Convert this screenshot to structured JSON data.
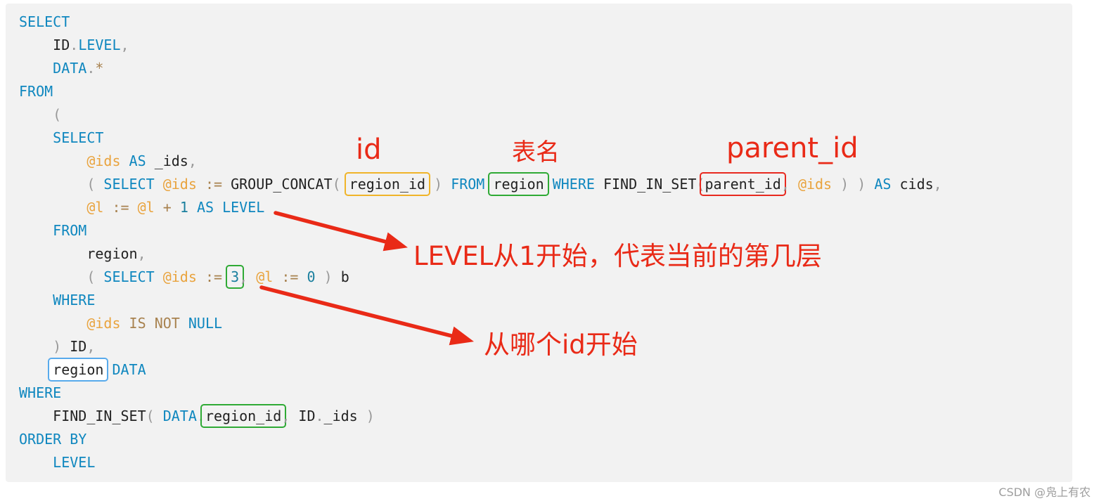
{
  "watermark": "CSDN @凫上有农",
  "annotations": {
    "id_label": "id",
    "table_label": "表名",
    "parent_label": "parent_id",
    "level_note": "LEVEL从1开始，代表当前的第几层",
    "start_note": "从哪个id开始"
  },
  "colors": {
    "keyword": "#0f87bf",
    "variable": "#e9a33d",
    "punctuation": "#999999",
    "operator": "#a8824f",
    "number": "#1a7f9e",
    "plain": "#222222",
    "annotation_red": "#e92a17",
    "box_orange": "#f0b429",
    "box_green": "#2faa35",
    "box_red": "#e8291f",
    "box_blue": "#58aaec",
    "code_background": "#f2f2f2"
  },
  "code": {
    "language": "sql",
    "lines": [
      [
        [
          "SELECT",
          "kw"
        ]
      ],
      [
        [
          "    "
        ],
        [
          "ID"
        ],
        [
          ".",
          "pu"
        ],
        [
          "LEVEL",
          "kw"
        ],
        [
          ",",
          "pu"
        ]
      ],
      [
        [
          "    "
        ],
        [
          "DATA",
          "kw"
        ],
        [
          ".",
          "pu"
        ],
        [
          "*",
          "op"
        ]
      ],
      [
        [
          "FROM",
          "kw"
        ]
      ],
      [
        [
          "    "
        ],
        [
          "(",
          "pu"
        ]
      ],
      [
        [
          "    "
        ],
        [
          "SELECT",
          "kw"
        ]
      ],
      [
        [
          "        "
        ],
        [
          "@ids",
          "va"
        ],
        [
          " "
        ],
        [
          "AS",
          "kw"
        ],
        [
          " "
        ],
        [
          "_ids"
        ],
        [
          ",",
          "pu"
        ]
      ],
      [
        [
          "        "
        ],
        [
          "(",
          "pu"
        ],
        [
          " "
        ],
        [
          "SELECT",
          "kw"
        ],
        [
          " "
        ],
        [
          "@ids",
          "va"
        ],
        [
          " "
        ],
        [
          ":=",
          "op"
        ],
        [
          " "
        ],
        [
          "GROUP_CONCAT"
        ],
        [
          "(",
          "pu"
        ],
        [
          " "
        ],
        [
          "region_id",
          "pl",
          "orange"
        ],
        [
          " "
        ],
        [
          ")",
          "pu"
        ],
        [
          " "
        ],
        [
          "FROM",
          "kw"
        ],
        [
          " "
        ],
        [
          "region",
          "pl",
          "green"
        ],
        [
          " "
        ],
        [
          "WHERE",
          "kw"
        ],
        [
          " "
        ],
        [
          "FIND_IN_SET"
        ],
        [
          "(",
          "pu"
        ],
        [
          "parent_id",
          "pl",
          "red"
        ],
        [
          ",",
          "pu"
        ],
        [
          " "
        ],
        [
          "@ids",
          "va"
        ],
        [
          " "
        ],
        [
          ")",
          "pu"
        ],
        [
          " "
        ],
        [
          ")",
          "pu"
        ],
        [
          " "
        ],
        [
          "AS",
          "kw"
        ],
        [
          " "
        ],
        [
          "cids"
        ],
        [
          ",",
          "pu"
        ]
      ],
      [
        [
          "        "
        ],
        [
          "@l",
          "va"
        ],
        [
          " "
        ],
        [
          ":=",
          "op"
        ],
        [
          " "
        ],
        [
          "@l",
          "va"
        ],
        [
          " "
        ],
        [
          "+",
          "op"
        ],
        [
          " "
        ],
        [
          "1",
          "nu"
        ],
        [
          " "
        ],
        [
          "AS",
          "kw"
        ],
        [
          " "
        ],
        [
          "LEVEL",
          "kw"
        ]
      ],
      [
        [
          "    "
        ],
        [
          "FROM",
          "kw"
        ]
      ],
      [
        [
          "        "
        ],
        [
          "region"
        ],
        [
          ",",
          "pu"
        ]
      ],
      [
        [
          "        "
        ],
        [
          "(",
          "pu"
        ],
        [
          " "
        ],
        [
          "SELECT",
          "kw"
        ],
        [
          " "
        ],
        [
          "@ids",
          "va"
        ],
        [
          " "
        ],
        [
          ":=",
          "op"
        ],
        [
          " "
        ],
        [
          "3",
          "nu",
          "green"
        ],
        [
          ",",
          "pu"
        ],
        [
          " "
        ],
        [
          "@l",
          "va"
        ],
        [
          " "
        ],
        [
          ":=",
          "op"
        ],
        [
          " "
        ],
        [
          "0",
          "nu"
        ],
        [
          " "
        ],
        [
          ")",
          "pu"
        ],
        [
          " "
        ],
        [
          "b"
        ]
      ],
      [
        [
          "    "
        ],
        [
          "WHERE",
          "kw"
        ]
      ],
      [
        [
          "        "
        ],
        [
          "@ids",
          "va"
        ],
        [
          " "
        ],
        [
          "IS",
          "op"
        ],
        [
          " "
        ],
        [
          "NOT",
          "op"
        ],
        [
          " "
        ],
        [
          "NULL",
          "kw"
        ]
      ],
      [
        [
          "    "
        ],
        [
          ")",
          "pu"
        ],
        [
          " "
        ],
        [
          "ID"
        ],
        [
          ",",
          "pu"
        ]
      ],
      [
        [
          "    "
        ],
        [
          "region",
          "pl",
          "blue"
        ],
        [
          " "
        ],
        [
          "DATA",
          "kw"
        ]
      ],
      [
        [
          "WHERE",
          "kw"
        ]
      ],
      [
        [
          "    "
        ],
        [
          "FIND_IN_SET"
        ],
        [
          "(",
          "pu"
        ],
        [
          " "
        ],
        [
          "DATA",
          "kw"
        ],
        [
          ".",
          "pu"
        ],
        [
          "region_id",
          "pl",
          "green"
        ],
        [
          ",",
          "pu"
        ],
        [
          " "
        ],
        [
          "ID"
        ],
        [
          ".",
          "pu"
        ],
        [
          "_ids"
        ],
        [
          " "
        ],
        [
          ")",
          "pu"
        ]
      ],
      [
        [
          "ORDER BY",
          "kw"
        ]
      ],
      [
        [
          "    "
        ],
        [
          "LEVEL",
          "kw"
        ]
      ]
    ]
  }
}
